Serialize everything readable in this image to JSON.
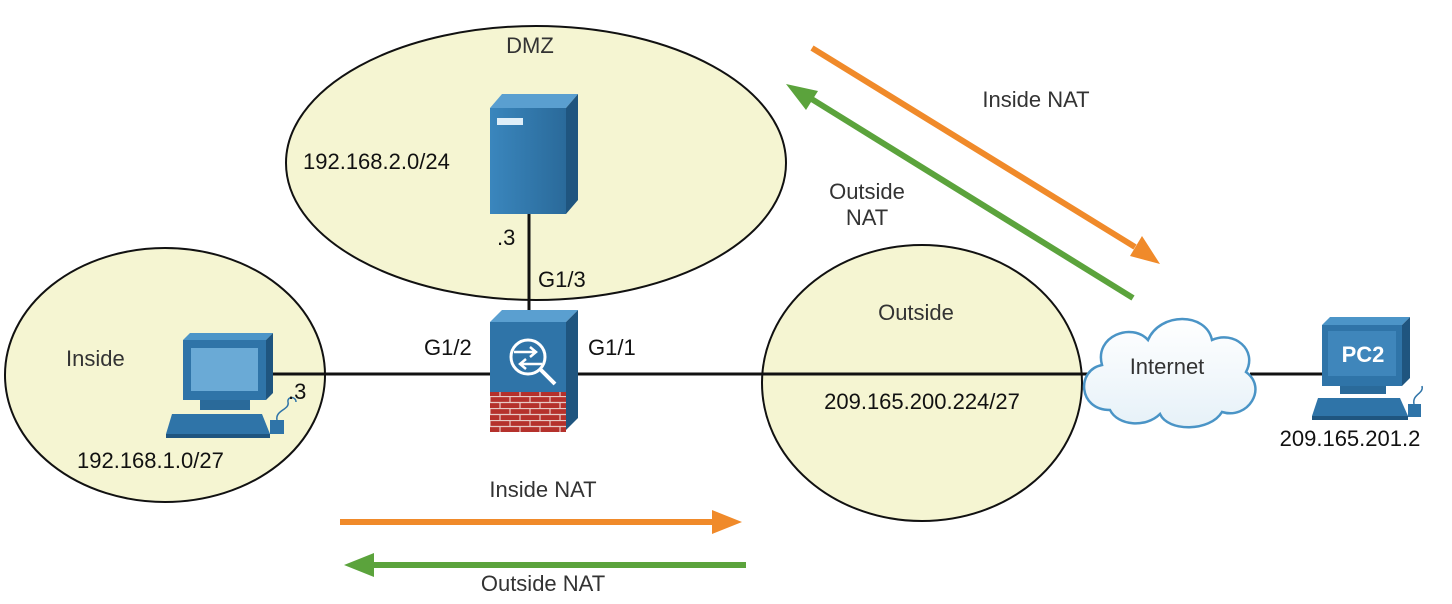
{
  "zones": {
    "dmz": {
      "name": "DMZ",
      "subnet": "192.168.2.0/24",
      "host": ".3"
    },
    "inside": {
      "name": "Inside",
      "subnet": "192.168.1.0/27",
      "host": ".3"
    },
    "outside": {
      "name": "Outside",
      "subnet": "209.165.200.224/27"
    }
  },
  "interfaces": {
    "g13": "G1/3",
    "g12": "G1/2",
    "g11": "G1/1"
  },
  "internet": {
    "label": "Internet"
  },
  "pc2": {
    "label": "PC2",
    "ip": "209.165.201.2"
  },
  "arrows": {
    "diag_inside": "Inside NAT",
    "diag_outside_line1": "Outside",
    "diag_outside_line2": "NAT",
    "bottom_inside": "Inside NAT",
    "bottom_outside": "Outside NAT"
  },
  "colors": {
    "zone_fill": "#f5f5d2",
    "inside_nat": "#f08a2a",
    "outside_nat": "#5ba33c",
    "device_blue": "#2f74a8",
    "firewall_brick": "#b5312c"
  }
}
